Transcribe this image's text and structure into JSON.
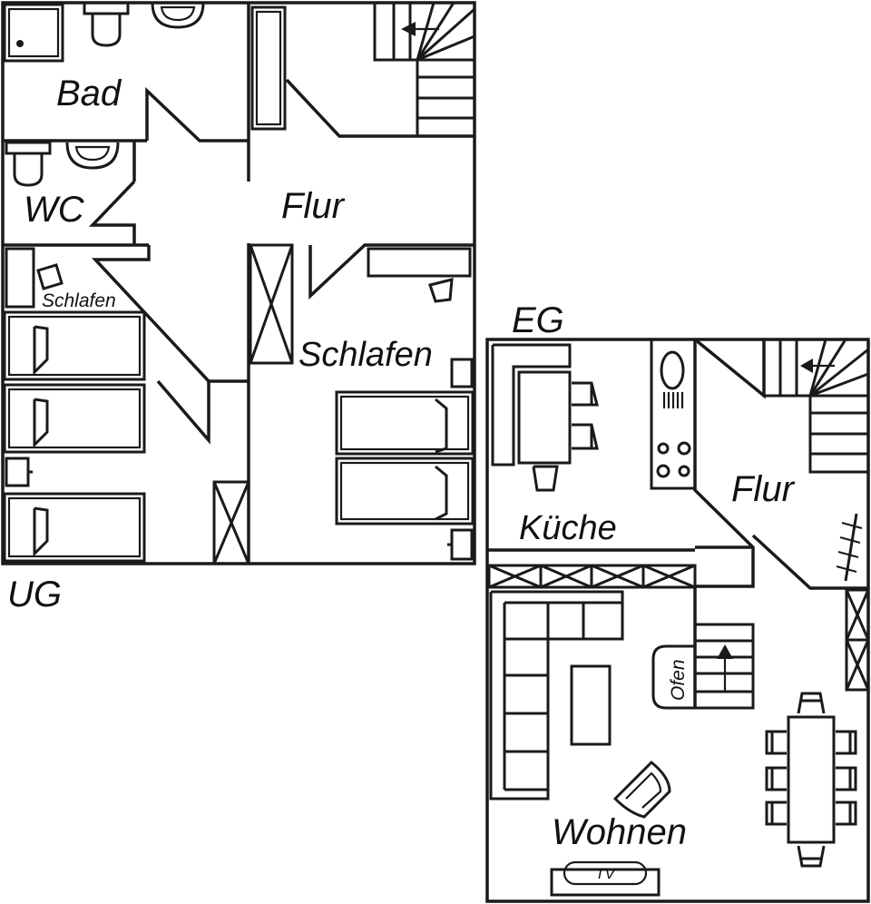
{
  "floors": {
    "ug": {
      "label": "UG",
      "rooms": {
        "bad": "Bad",
        "wc": "WC",
        "flur": "Flur",
        "schlafen_small": "Schlafen",
        "schlafen_large": "Schlafen"
      }
    },
    "eg": {
      "label": "EG",
      "rooms": {
        "kueche": "Küche",
        "flur": "Flur",
        "wohnen": "Wohnen",
        "ofen": "Ofen",
        "tv": "TV"
      }
    }
  },
  "icons": [
    "toilet-icon",
    "sink-icon",
    "shower-icon",
    "bed-icon",
    "chair-icon",
    "stair-icon",
    "stove-icon",
    "sofa-icon",
    "table-icon",
    "wardrobe-icon",
    "tv-icon"
  ],
  "colors": {
    "line": "#1a1a1a",
    "background": "#ffffff"
  }
}
